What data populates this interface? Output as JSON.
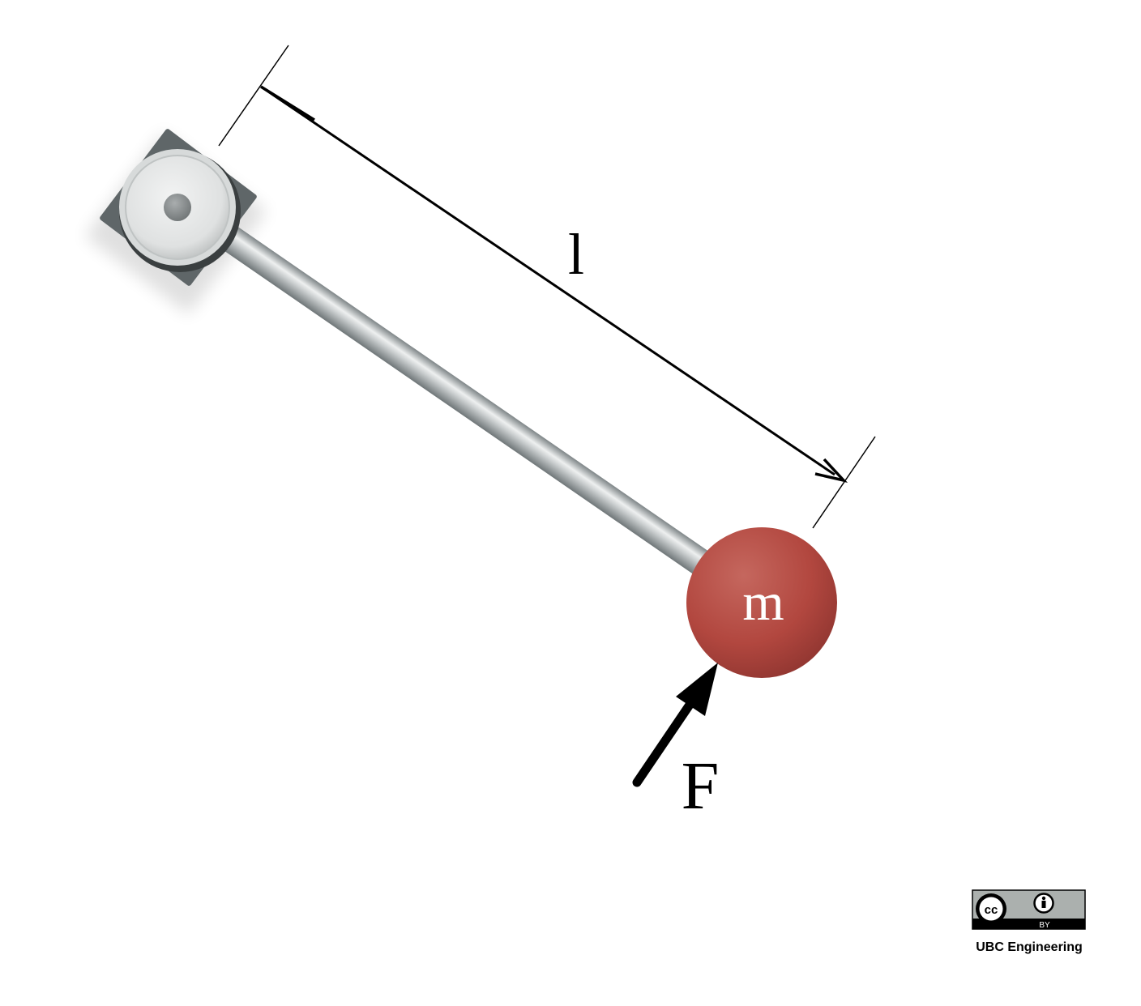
{
  "diagram": {
    "length_label": "l",
    "mass_label": "m",
    "force_label": "F"
  },
  "license": {
    "cc_text": "cc",
    "by_text": "BY",
    "credit": "UBC Engineering"
  },
  "colors": {
    "mass": "#b2473f",
    "mount": "#5f6668",
    "rod": "#b9bdbe",
    "pivot": "#e6e8e7",
    "arrow": "#000000"
  }
}
